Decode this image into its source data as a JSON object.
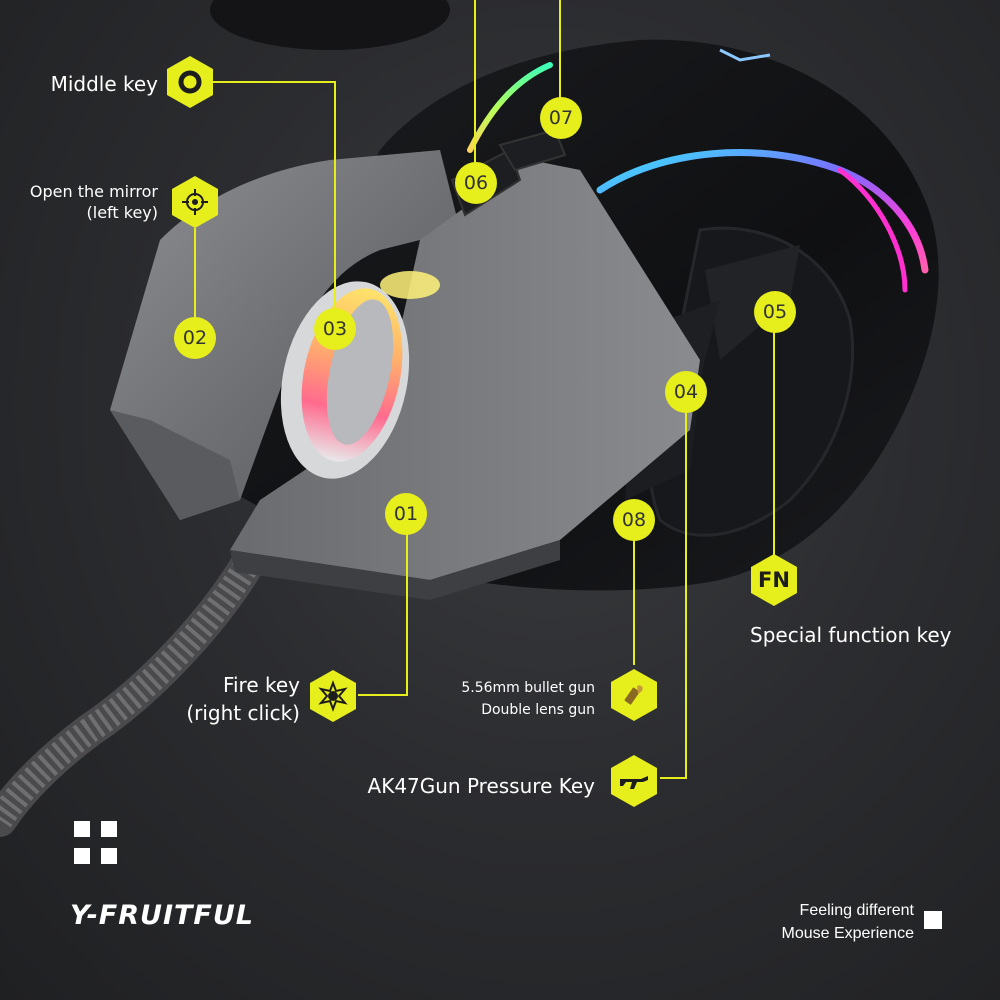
{
  "callouts": {
    "middle_key": "Middle key",
    "open_mirror_line1": "Open the mirror",
    "open_mirror_line2": "(left key)",
    "fire_key_line1": "Fire key",
    "fire_key_line2": "(right click)",
    "bullet_gun_line1": "5.56mm bullet gun",
    "bullet_gun_line2": "Double lens gun",
    "ak47_key": "AK47Gun Pressure Key",
    "special_function": "Special function key"
  },
  "badges": {
    "b01": "01",
    "b02": "02",
    "b03": "03",
    "b04": "04",
    "b05": "05",
    "b06": "06",
    "b07": "07",
    "b08": "08"
  },
  "fn_label": "FN",
  "brand": {
    "name": "Y-FRUITFUL",
    "tagline_line1": "Feeling different",
    "tagline_line2": "Mouse Experience"
  },
  "colors": {
    "accent": "#e6ee1c",
    "background": "#2c2d30",
    "text": "#ffffff"
  },
  "icons": {
    "middle_key": "circle-target-icon",
    "open_mirror": "crosshair-icon",
    "fire_key": "bullet-hole-icon",
    "bullet_gun": "bullet-icon",
    "ak47_key": "rifle-icon",
    "brand_logo": "four-squares-logo"
  }
}
